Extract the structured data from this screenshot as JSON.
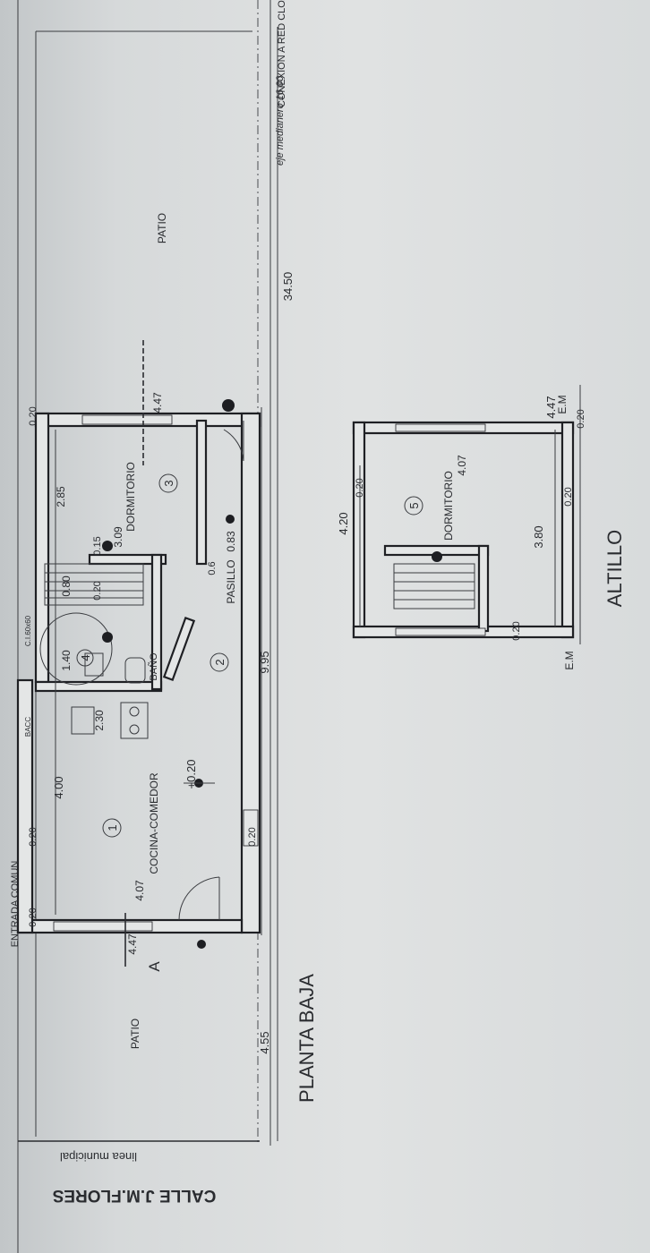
{
  "labels": {
    "street": "CALLE  J.M.FLORES",
    "linea_municipal": "linea municipal",
    "entrada_comun": "ENTRADA COMUN",
    "planta_baja": "PLANTA BAJA",
    "altillo": "ALTILLO",
    "patio_left": "PATIO",
    "patio_right": "PATIO",
    "cocina_comedor": "COCINA-COMEDOR",
    "bano": "BAÑO",
    "pasillo": "PASILLO",
    "dormitorio_3": "DORMITORIO",
    "dormitorio_5": "DORMITORIO",
    "conexion": "CONEXION A RED CLOACAL C.P.V",
    "eje_medianero": "eje medianero 16.00",
    "bacc": "BACC",
    "ci": "C.I.60x60",
    "section_a": "A",
    "em1": "E.M",
    "em2": "E.M",
    "level": "+0.20"
  },
  "rooms": [
    {
      "number": "1"
    },
    {
      "number": "2"
    },
    {
      "number": "3"
    },
    {
      "number": "4"
    },
    {
      "number": "5"
    }
  ],
  "dims": {
    "d_455": "4.55",
    "d_995": "9.95",
    "d_3450": "34.50",
    "d_400": "4.00",
    "d_407a": "4.07",
    "d_447a": "4.47",
    "d_230": "2.30",
    "d_140": "1.40",
    "d_080": "0.80",
    "d_020_st": "0.20",
    "d_015": "0.15",
    "d_309": "3.09",
    "d_285": "2.85",
    "d_447b": "4.47",
    "d_083": "0.83",
    "d_060": "0.6",
    "d_020_top": "0.20",
    "d_020_a": "0.20",
    "d_020_b": "0.20",
    "d_020_c": "0.20",
    "d_420": "4.20",
    "d_407b": "4.07",
    "d_380": "3.80",
    "d_447c": "4.47",
    "d_020_d": "0.20",
    "d_020_e": "0.20",
    "d_020_f": "0.20",
    "d_020_g": "0.20"
  },
  "colors": {
    "ink": "#1f2024",
    "paper": "#e4e6e6",
    "frame": "#4a4c50"
  }
}
